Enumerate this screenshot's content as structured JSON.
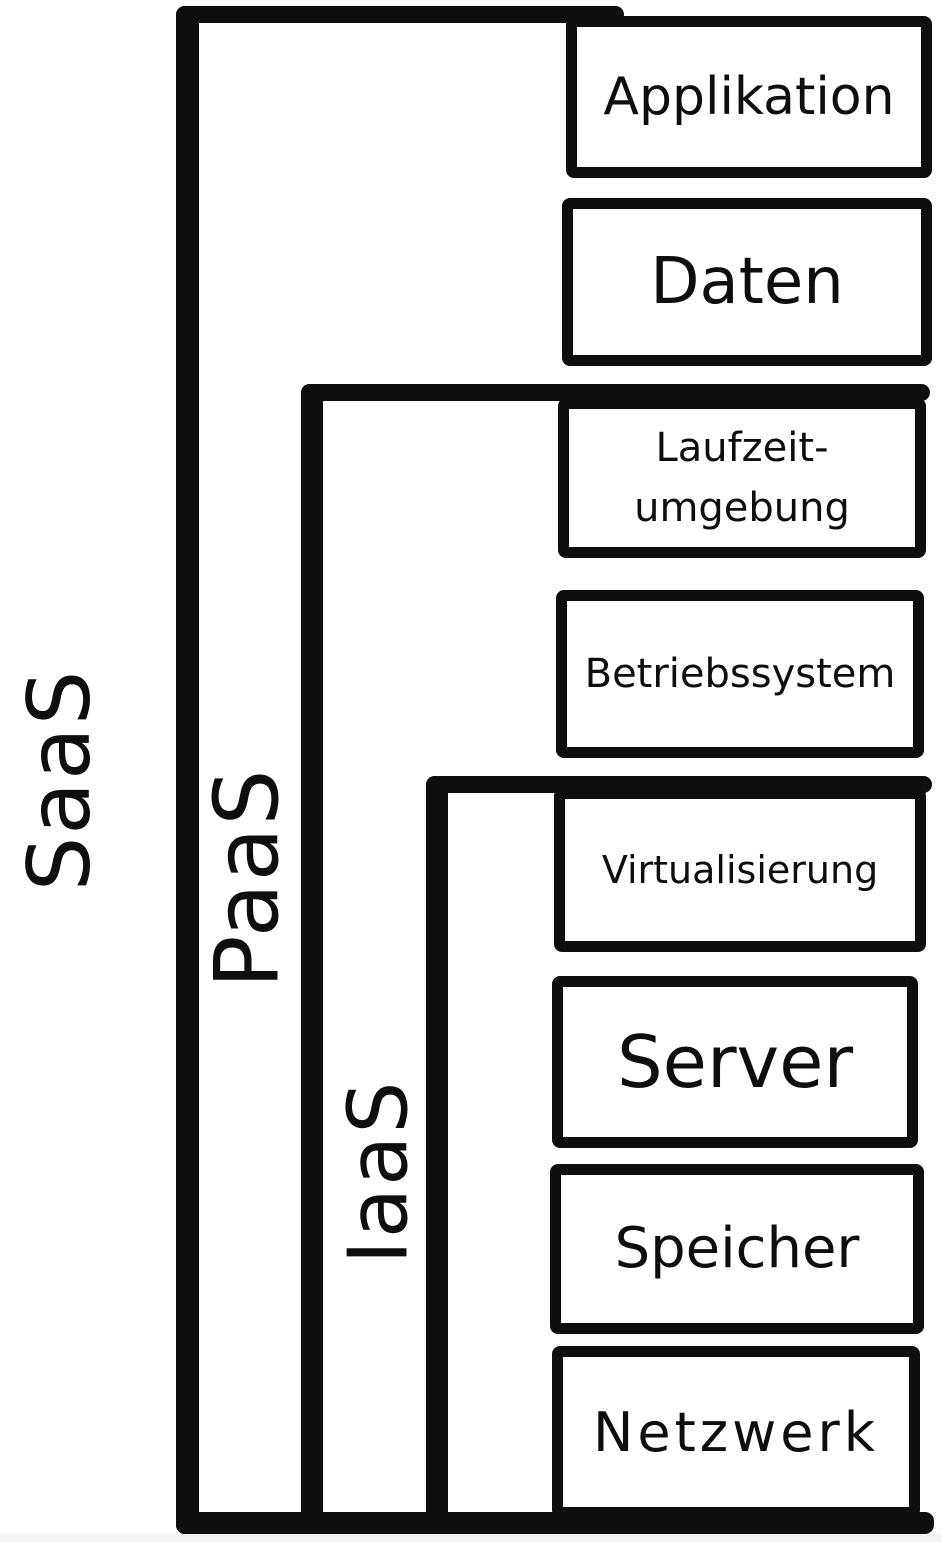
{
  "colors": {
    "ink": "#0e0e0e",
    "background": "#ffffff",
    "footer_strip": "#f3f3f2"
  },
  "brackets": [
    {
      "id": "saas",
      "label": "SaaS"
    },
    {
      "id": "paas",
      "label": "PaaS"
    },
    {
      "id": "iaas",
      "label": "IaaS"
    }
  ],
  "layers": [
    {
      "id": "applikation",
      "lines": [
        "Applikation"
      ]
    },
    {
      "id": "daten",
      "lines": [
        "Daten"
      ]
    },
    {
      "id": "laufzeitumgebung",
      "lines": [
        "Laufzeit-",
        "umgebung"
      ]
    },
    {
      "id": "betriebssystem",
      "lines": [
        "Betriebssystem"
      ]
    },
    {
      "id": "virtualisierung",
      "lines": [
        "Virtualisierung"
      ]
    },
    {
      "id": "server",
      "lines": [
        "Server"
      ]
    },
    {
      "id": "speicher",
      "lines": [
        "Speicher"
      ]
    },
    {
      "id": "netzwerk",
      "lines": [
        "Netzwerk"
      ]
    }
  ]
}
